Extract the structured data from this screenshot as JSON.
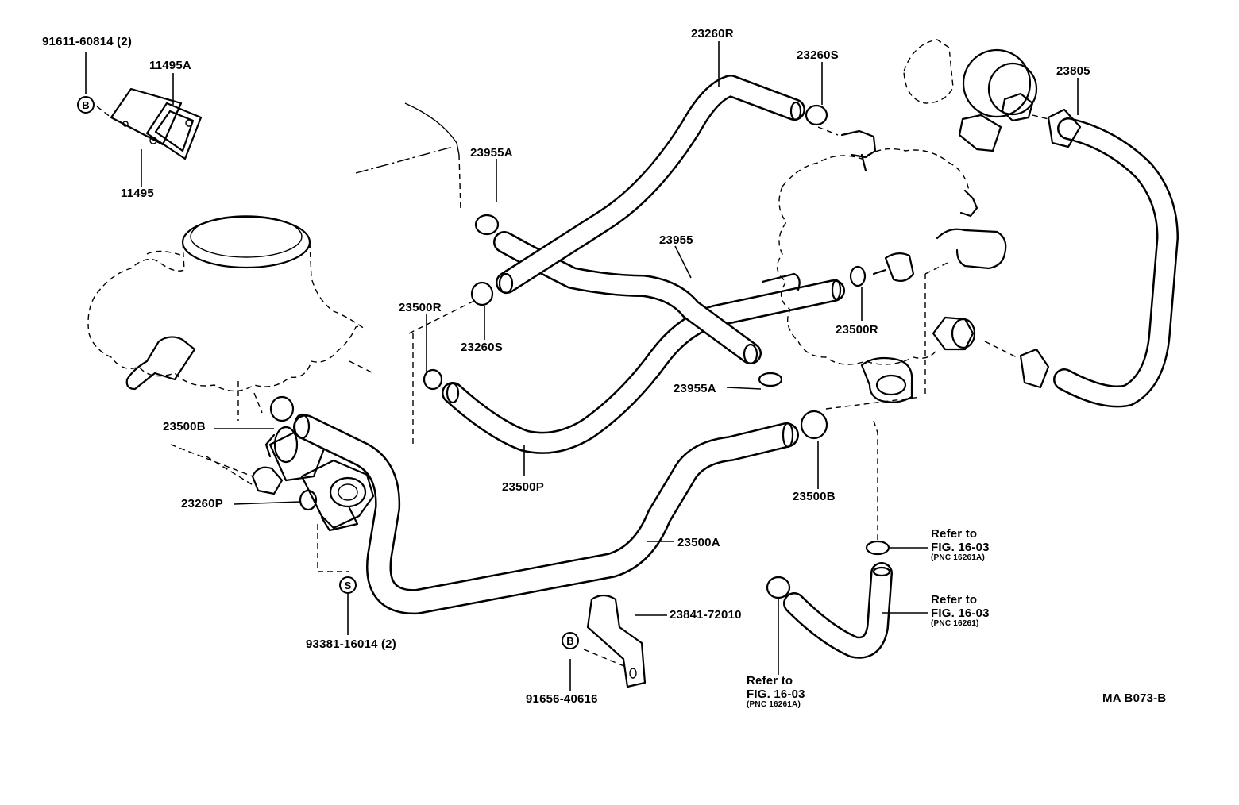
{
  "diagram": {
    "labels": {
      "p91611": "91611-60814 (2)",
      "p11495A": "11495A",
      "p11495": "11495",
      "p23260R": "23260R",
      "p23260S_top": "23260S",
      "p23805": "23805",
      "p23955A_top": "23955A",
      "p23955": "23955",
      "p23500R_left": "23500R",
      "p23260S_mid": "23260S",
      "p23500R_right": "23500R",
      "p23955A_mid": "23955A",
      "p23500B_left": "23500B",
      "p23500P": "23500P",
      "p23500B_right": "23500B",
      "p23260P": "23260P",
      "p23500A": "23500A",
      "p93381": "93381-16014 (2)",
      "p23841": "23841-72010",
      "p91656": "91656-40616",
      "diagram_code": "MA B073-B"
    },
    "badges": {
      "b1": "B",
      "s1": "S",
      "b2": "B"
    },
    "refs": {
      "r1": {
        "line1": "Refer to",
        "line2": "FIG. 16-03",
        "line3": "(PNC 16261A)"
      },
      "r2": {
        "line1": "Refer to",
        "line2": "FIG. 16-03",
        "line3": "(PNC 16261)"
      },
      "r3": {
        "line1": "Refer to",
        "line2": "FIG. 16-03",
        "line3": "(PNC 16261A)"
      }
    }
  }
}
